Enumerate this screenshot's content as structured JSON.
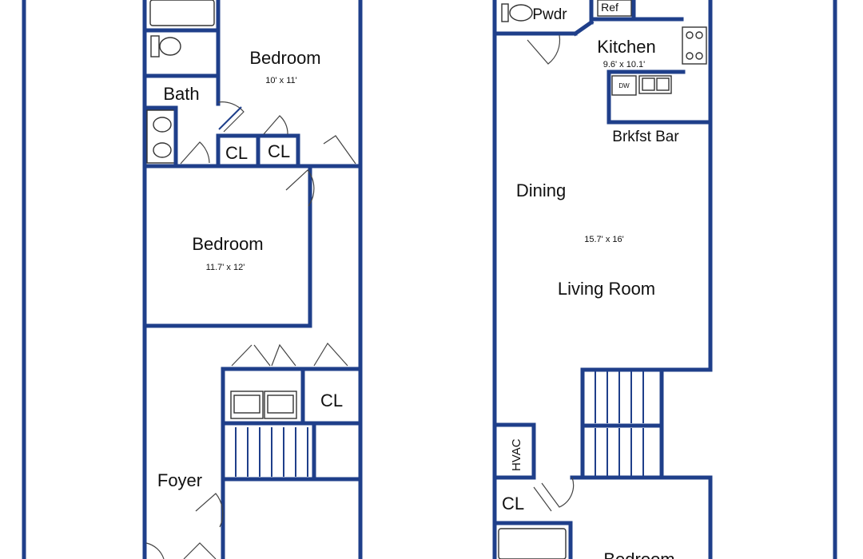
{
  "colors": {
    "wall": "#1f3f8a",
    "background": "#ffffff"
  },
  "left_unit": {
    "bedroom_top": {
      "name": "Bedroom",
      "size": "10' x 11'"
    },
    "bath": {
      "name": "Bath"
    },
    "closets_upper": [
      "CL",
      "CL"
    ],
    "bedroom_mid": {
      "name": "Bedroom",
      "size": "11.7' x 12'"
    },
    "closet_lower": "CL",
    "foyer": "Foyer"
  },
  "right_unit": {
    "powder": "Pwdr",
    "fridge": "Ref",
    "kitchen": {
      "name": "Kitchen",
      "size": "9.6' x 10.1'"
    },
    "dishwasher": "DW",
    "breakfast_bar": "Brkfst Bar",
    "dining": "Dining",
    "living_size": "15.7' x 16'",
    "living": "Living Room",
    "hvac": "HVAC",
    "closet": "CL",
    "bedroom_partial": "Bedroom"
  }
}
